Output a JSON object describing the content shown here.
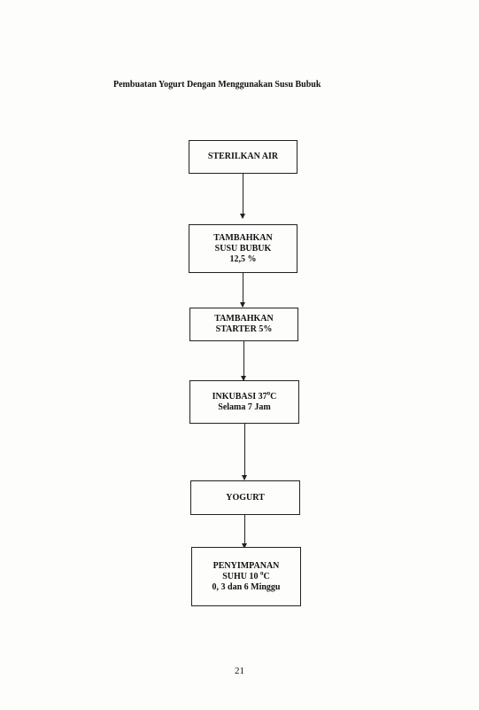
{
  "document": {
    "title": "Pembuatan Yogurt Dengan Menggunakan Susu Bubuk",
    "page_number": "21"
  },
  "flowchart": {
    "steps": [
      {
        "lines": [
          "STERILKAN AIR"
        ]
      },
      {
        "lines": [
          "TAMBAHKAN",
          "SUSU BUBUK",
          "12,5 %"
        ]
      },
      {
        "lines": [
          "TAMBAHKAN",
          "STARTER 5%"
        ]
      },
      {
        "lines": [
          "INKUBASI 37",
          "C",
          "Selama 7 Jam"
        ],
        "superscript": "o"
      },
      {
        "lines": [
          "YOGURT"
        ]
      },
      {
        "lines": [
          "PENYIMPANAN",
          "SUHU 10 ",
          "C",
          "0, 3 dan 6 Minggu"
        ],
        "superscript": "o"
      }
    ]
  }
}
